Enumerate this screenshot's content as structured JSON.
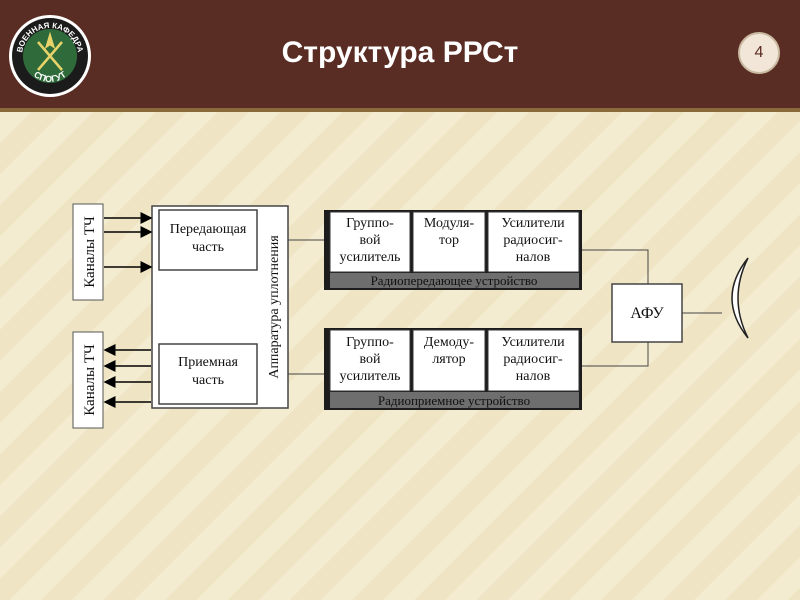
{
  "slide": {
    "title": "Структура РРСт",
    "page_number": "4",
    "logo_top": "ВОЕННАЯ КАФЕДРА",
    "logo_bottom": "СПОГУТ"
  },
  "diagram": {
    "channels_top": "Каналы ТЧ",
    "channels_bottom": "Каналы ТЧ",
    "transmit_part": [
      "Передающая",
      "часть"
    ],
    "receive_part": [
      "Приемная",
      "часть"
    ],
    "multiplexing": "Аппаратура уплотнения",
    "tx_device": {
      "blocks": [
        [
          "Группо-",
          "вой",
          "усилитель"
        ],
        [
          "Модуля-",
          "тор"
        ],
        [
          "Усилители",
          "радиосиг-",
          "налов"
        ]
      ],
      "caption": "Радиопередающее устройство"
    },
    "rx_device": {
      "blocks": [
        [
          "Группо-",
          "вой",
          "усилитель"
        ],
        [
          "Демоду-",
          "лятор"
        ],
        [
          "Усилители",
          "радиосиг-",
          "налов"
        ]
      ],
      "caption": "Радиоприемное устройство"
    },
    "afu": "АФУ"
  }
}
